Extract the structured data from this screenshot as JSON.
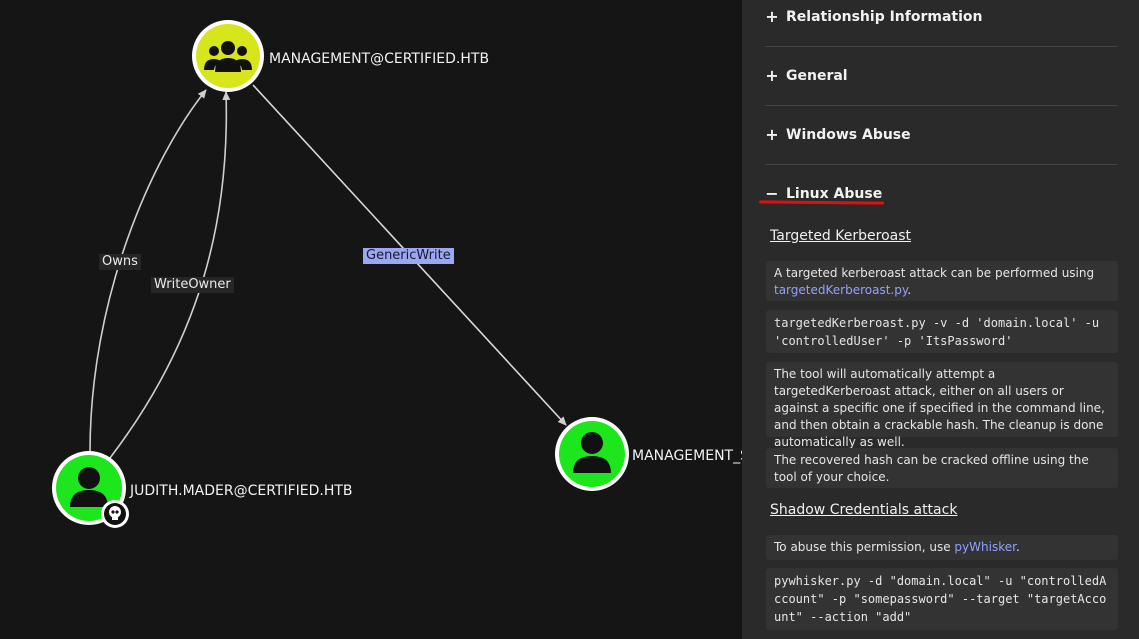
{
  "graph": {
    "nodes": {
      "management": {
        "label": "MANAGEMENT@CERTIFIED.HTB",
        "icon": "group-icon",
        "color": "#d7e51c"
      },
      "judith": {
        "label": "JUDITH.MADER@CERTIFIED.HTB",
        "icon": "user-icon",
        "color": "#1de61d",
        "badge": "skull-icon"
      },
      "management_svc": {
        "label": "MANAGEMENT_S",
        "icon": "user-icon",
        "color": "#1de61d"
      }
    },
    "edges": {
      "owns": "Owns",
      "writeowner": "WriteOwner",
      "genericwrite": "GenericWrite"
    }
  },
  "panel": {
    "sections": [
      {
        "title": "Relationship Information",
        "toggle": "+"
      },
      {
        "title": "General",
        "toggle": "+"
      },
      {
        "title": "Windows Abuse",
        "toggle": "+"
      },
      {
        "title": "Linux Abuse",
        "toggle": "−"
      }
    ],
    "kerberoast": {
      "heading": "Targeted Kerberoast",
      "intro": "A targeted kerberoast attack can be performed using",
      "intro_link": "targetedKerberoast.py",
      "intro_end": ".",
      "code": "targetedKerberoast.py -v -d 'domain.local' -u 'controlledUser' -p 'ItsPassword'",
      "desc": "The tool will automatically attempt a targetedKerberoast attack, either on all users or against a specific one if specified in the command line, and then obtain a crackable hash. The cleanup is done automatically as well.",
      "crack": "The recovered hash can be cracked offline using the tool of your choice."
    },
    "shadow": {
      "heading": "Shadow Credentials attack",
      "intro": "To abuse this permission, use",
      "intro_link": "pyWhisker",
      "intro_end": ".",
      "code": "pywhisker.py -d \"domain.local\" -u \"controlledAccount\" -p \"somepassword\" --target \"targetAccount\" --action \"add\""
    }
  },
  "colors": {
    "accent_link": "#8fa2ff",
    "underline": "#e01010",
    "selected_edge": "#9aa7f2"
  }
}
